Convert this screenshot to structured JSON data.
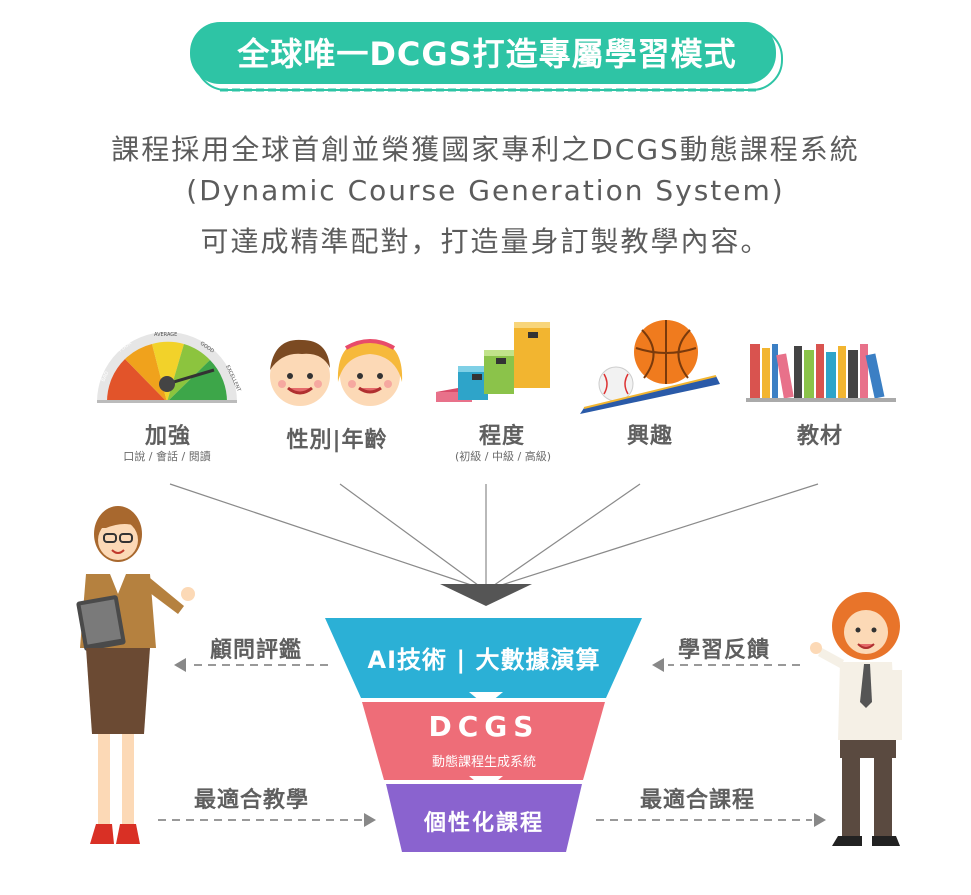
{
  "title": "全球唯一DCGS打造專屬學習模式",
  "intro": {
    "line1": "課程採用全球首創並榮獲國家專利之DCGS動態課程系統",
    "line2": "(Dynamic Course Generation System)",
    "line3": "可達成精準配對，打造量身訂製教學內容。"
  },
  "factors": [
    {
      "label": "加強",
      "sub": "口說 / 會話 / 閱讀"
    },
    {
      "label": "性別|年齡",
      "sub": ""
    },
    {
      "label": "程度",
      "sub": "(初級 / 中級 / 高級)"
    },
    {
      "label": "興趣",
      "sub": ""
    },
    {
      "label": "教材",
      "sub": ""
    }
  ],
  "gauge_labels": [
    "BAD",
    "POOR",
    "AVERAGE",
    "GOOD",
    "EXCELLENT"
  ],
  "funnel": {
    "stage1": "AI技術 | 大數據演算",
    "stage2_title": "DCGS",
    "stage2_sub": "動態課程生成系統",
    "stage3": "個性化課程"
  },
  "side_labels": {
    "consultant": "顧問評鑑",
    "feedback": "學習反饋",
    "best_teaching": "最適合教學",
    "best_course": "最適合課程"
  },
  "colors": {
    "banner": "#2ec4a5",
    "funnel_top": "#2bb0d6",
    "funnel_mid": "#ee6d78",
    "funnel_bottom": "#8a63cf"
  }
}
